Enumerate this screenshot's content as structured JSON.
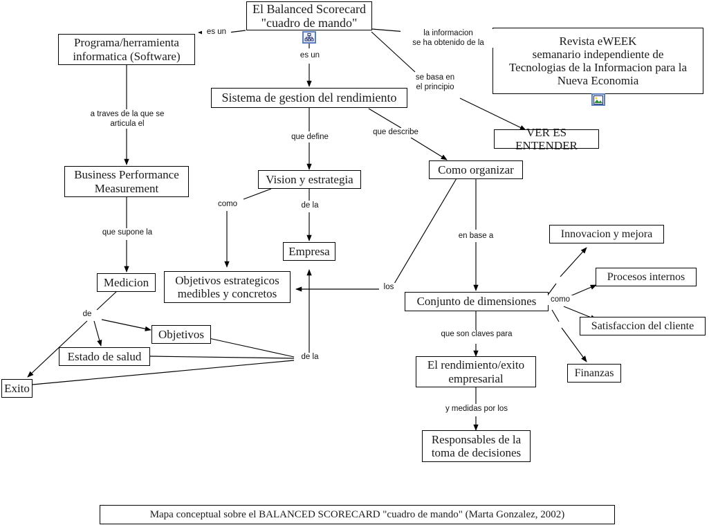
{
  "document": {
    "title": "Mapa conceptual sobre el BALANCED SCORECARD \"cuadro de mando\"",
    "caption": "Mapa conceptual sobre el BALANCED SCORECARD \"cuadro de mando\" (Marta Gonzalez, 2002)",
    "background_color": "#ffffff",
    "line_color": "#000000",
    "text_color": "#1a1a1a"
  },
  "nodes": [
    {
      "id": "bsc",
      "label": "El Balanced Scorecard\n\"cuadro de mando\""
    },
    {
      "id": "programa",
      "label": "Programa/herramienta\ninformatica (Software)"
    },
    {
      "id": "revista",
      "label": "Revista eWEEK\nsemanario independiente de\nTecnologias de la Informacion para la\nNueva Economia"
    },
    {
      "id": "sistema",
      "label": "Sistema de gestion del rendimiento"
    },
    {
      "id": "ver",
      "label": "VER ES ENTENDER"
    },
    {
      "id": "bpm",
      "label": "Business Performance\nMeasurement"
    },
    {
      "id": "vision",
      "label": "Vision y estrategia"
    },
    {
      "id": "organizar",
      "label": "Como organizar"
    },
    {
      "id": "empresa",
      "label": "Empresa"
    },
    {
      "id": "innovacion",
      "label": "Innovacion y mejora"
    },
    {
      "id": "medicion",
      "label": "Medicion"
    },
    {
      "id": "objest",
      "label": "Objetivos estrategicos\nmedibles y concretos"
    },
    {
      "id": "conjunto",
      "label": "Conjunto de dimensiones"
    },
    {
      "id": "procesos",
      "label": "Procesos internos"
    },
    {
      "id": "satisf",
      "label": "Satisfaccion del cliente"
    },
    {
      "id": "objetivos",
      "label": "Objetivos"
    },
    {
      "id": "salud",
      "label": "Estado de salud"
    },
    {
      "id": "finanzas",
      "label": "Finanzas"
    },
    {
      "id": "rendimiento",
      "label": "El rendimiento/exito\nempresarial"
    },
    {
      "id": "exito",
      "label": "Exito"
    },
    {
      "id": "responsables",
      "label": "Responsables de la\ntoma de decisiones"
    }
  ],
  "link_labels": [
    {
      "id": "l-esun-left",
      "text": "es un"
    },
    {
      "id": "l-info",
      "text": "la informacion\nse ha obtenido de la"
    },
    {
      "id": "l-esun-down",
      "text": "es un"
    },
    {
      "id": "l-sebasa",
      "text": "se basa en\nel principio"
    },
    {
      "id": "l-atraves",
      "text": "a traves de la que se\narticula el"
    },
    {
      "id": "l-quedefine",
      "text": "que define"
    },
    {
      "id": "l-quedescribe",
      "text": "que describe"
    },
    {
      "id": "l-como-vision",
      "text": "como"
    },
    {
      "id": "l-dela-vision",
      "text": "de la"
    },
    {
      "id": "l-quesupone",
      "text": "que supone la"
    },
    {
      "id": "l-enbasea",
      "text": "en base a"
    },
    {
      "id": "l-de",
      "text": "de"
    },
    {
      "id": "l-los",
      "text": "los"
    },
    {
      "id": "l-como-dim",
      "text": "como"
    },
    {
      "id": "l-dela-emp",
      "text": "de la"
    },
    {
      "id": "l-queson",
      "text": "que son claves para"
    },
    {
      "id": "l-ymedidas",
      "text": "y medidas por los"
    }
  ],
  "resource_icons": [
    {
      "id": "icon-concept-map",
      "name": "concept-map-icon",
      "attached_to": "bsc"
    },
    {
      "id": "icon-picture",
      "name": "picture-icon",
      "attached_to": "revista"
    }
  ]
}
